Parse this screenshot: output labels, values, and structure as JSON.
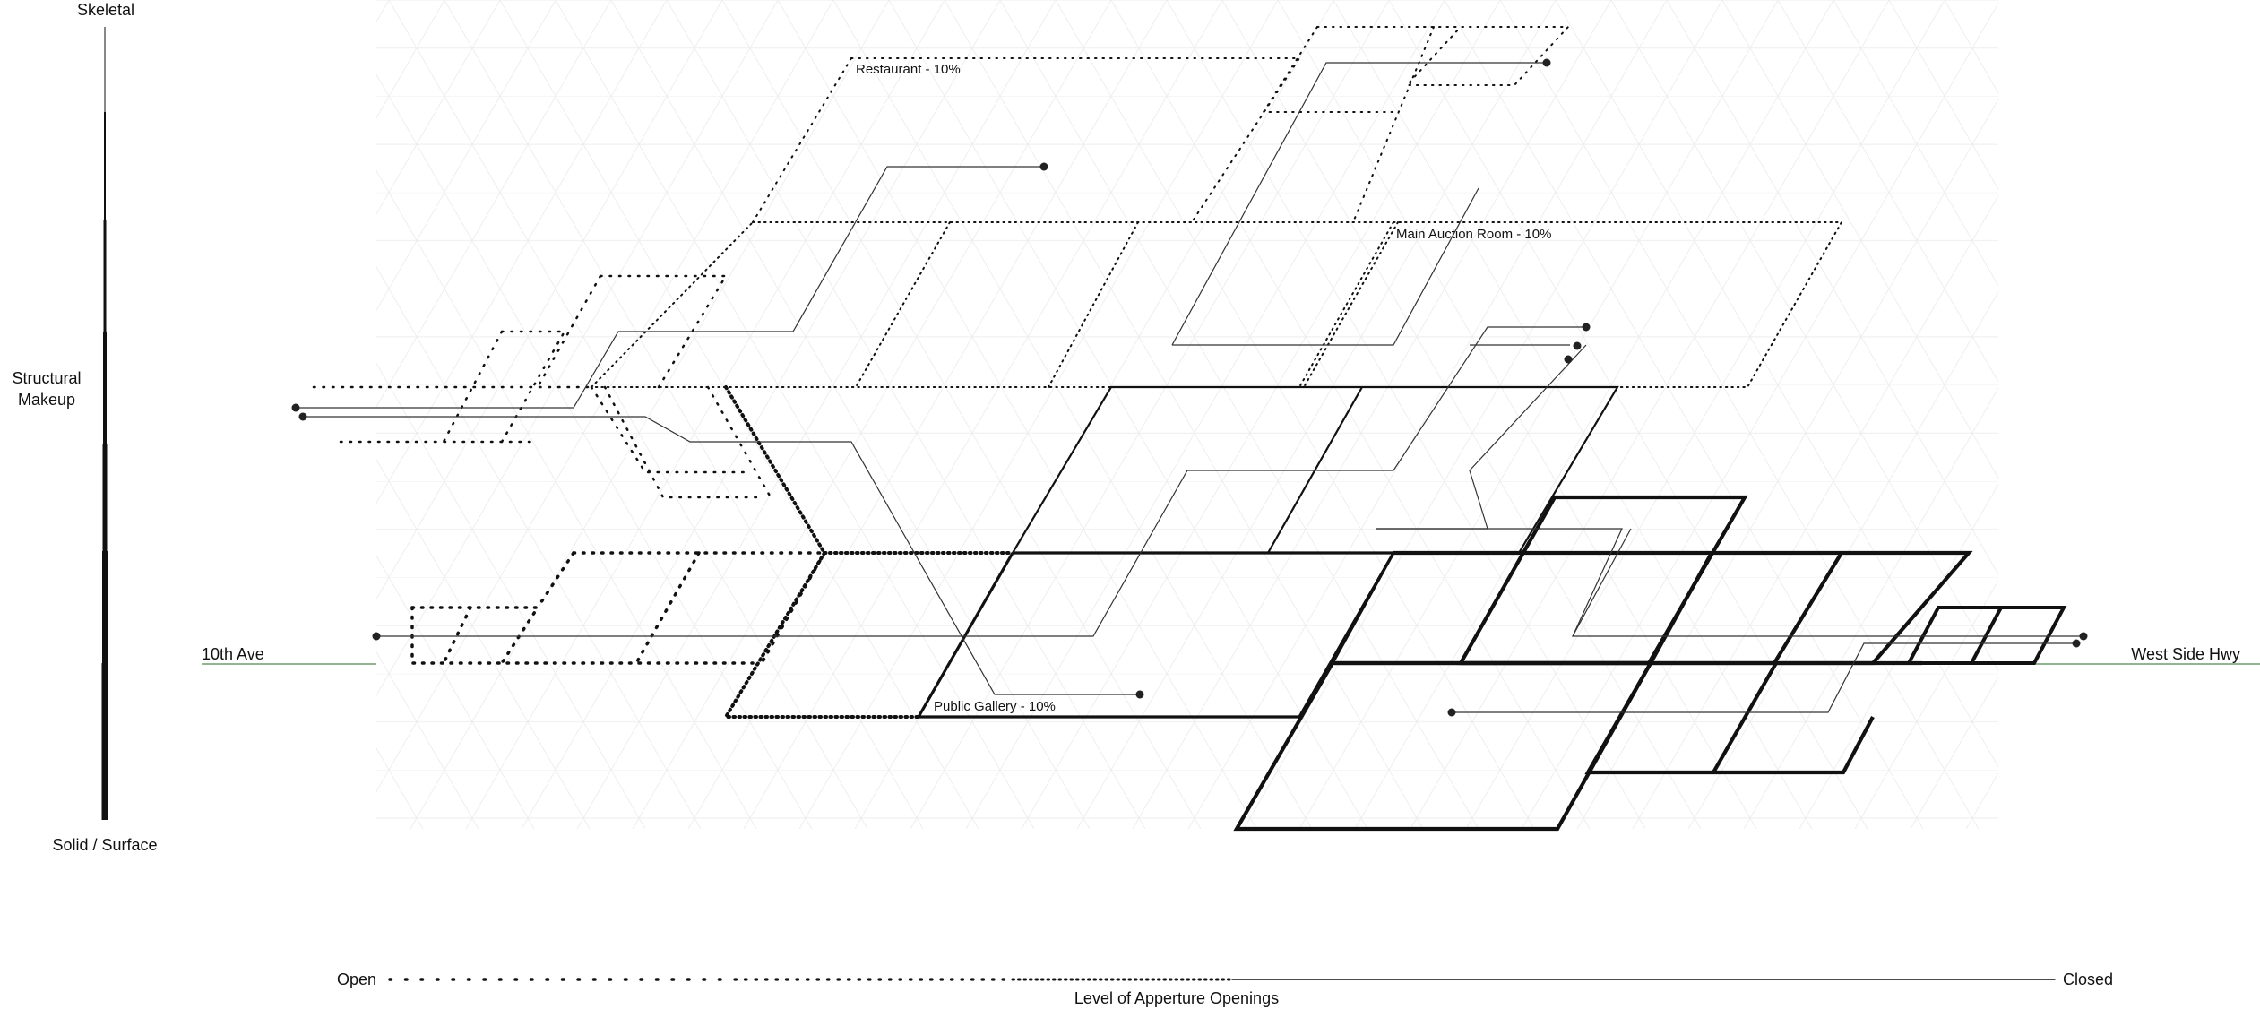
{
  "axis_vertical": {
    "top_label": "Skeletal",
    "middle_label_line1": "Structural",
    "middle_label_line2": "Makeup",
    "bottom_label": "Solid / Surface"
  },
  "axis_horizontal": {
    "left_label": "Open",
    "right_label": "Closed",
    "title": "Level of Apperture Openings"
  },
  "streets": {
    "left": "10th Ave",
    "right": "West Side Hwy"
  },
  "rooms": {
    "restaurant": "Restaurant - 10%",
    "main_auction": "Main Auction Room - 10%",
    "public_gallery": "Public Gallery - 10%"
  },
  "colors": {
    "line": "#111111",
    "street_line": "#4f8a4f",
    "grid": "#e9e9e9"
  }
}
